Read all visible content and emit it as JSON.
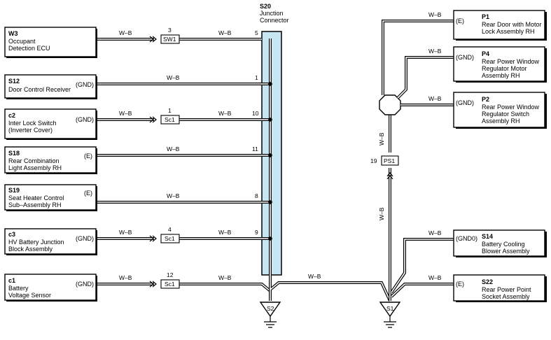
{
  "junction": {
    "id": "S20",
    "name_line1": "Junction",
    "name_line2": "Connector"
  },
  "wire_color": "W–B",
  "left_components": [
    {
      "id": "W3",
      "lines": [
        "Occupant",
        "Detection ECU"
      ],
      "term": "",
      "pin_connector": "3",
      "connector": "SW1",
      "junction_pin": "5"
    },
    {
      "id": "S12",
      "lines": [
        "Door Control Receiver"
      ],
      "term": "(GND)",
      "pin_connector": "",
      "connector": "",
      "junction_pin": "1"
    },
    {
      "id": "c2",
      "lines": [
        "Inter Lock Switch",
        "(Inverter Cover)"
      ],
      "term": "(GND)",
      "pin_connector": "1",
      "connector": "Sc1",
      "junction_pin": "10"
    },
    {
      "id": "S18",
      "lines": [
        "Rear Combination",
        "Light Assembly RH"
      ],
      "term": "(E)",
      "pin_connector": "",
      "connector": "",
      "junction_pin": "11"
    },
    {
      "id": "S19",
      "lines": [
        "Seat Heater Control",
        "Sub–Assembly RH"
      ],
      "term": "(E)",
      "pin_connector": "",
      "connector": "",
      "junction_pin": "8"
    },
    {
      "id": "c3",
      "lines": [
        "HV Battery Junction",
        "Block Assembly"
      ],
      "term": "(GND)",
      "pin_connector": "4",
      "connector": "Sc1",
      "junction_pin": "9"
    },
    {
      "id": "c1",
      "lines": [
        "Battery",
        "Voltage Sensor"
      ],
      "term": "(GND)",
      "pin_connector": "12",
      "connector": "Sc1",
      "junction_pin": ""
    }
  ],
  "right_components": [
    {
      "id": "P1",
      "lines": [
        "Rear Door with Motor",
        "Lock Assembly RH"
      ],
      "term": "(E)"
    },
    {
      "id": "P4",
      "lines": [
        "Rear Power Window",
        "Regulator Motor",
        "Assembly RH"
      ],
      "term": "(GND)"
    },
    {
      "id": "P2",
      "lines": [
        "Rear Power Window",
        "Regulator Switch",
        "Assembly RH"
      ],
      "term": "(GND)"
    },
    {
      "id": "S14",
      "lines": [
        "Battery Cooling",
        "Blower Assembly"
      ],
      "term": "(GND0)"
    },
    {
      "id": "S22",
      "lines": [
        "Rear Power Point",
        "Socket Assembly"
      ],
      "term": "(E)"
    }
  ],
  "ps1": {
    "pin": "19",
    "connector": "PS1"
  },
  "grounds": [
    "S2",
    "S1"
  ]
}
